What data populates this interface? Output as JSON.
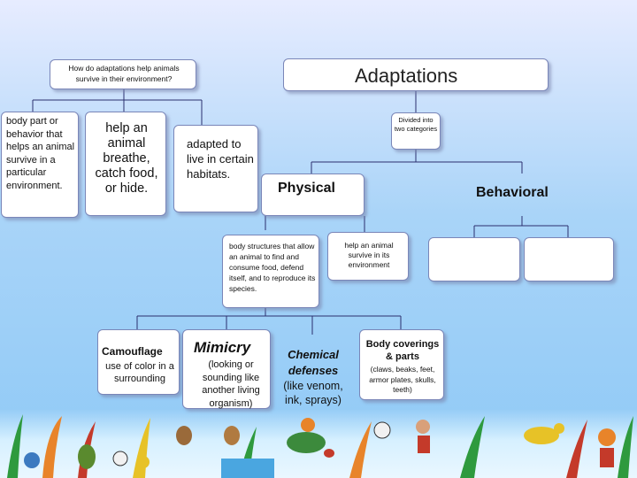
{
  "question": "How do adaptations help animals survive in their environment?",
  "title": "Adaptations",
  "divided": "Divided into two categories",
  "definition": "body part or behavior that helps an animal survive in a particular environment.",
  "help_box": "help an animal breathe, catch food, or hide.",
  "habitat_box": "adapted to live in certain habitats.",
  "physical": "Physical",
  "behavioral": "Behavioral",
  "physical_desc": "body structures that allow an animal to find and consume food, defend itself, and to reproduce its species.",
  "behavioral_desc": "help an animal survive in its environment",
  "examples": [
    {
      "title": "Camouflage",
      "desc": "use of color in a surrounding"
    },
    {
      "title": "Mimicry",
      "desc": "(looking or sounding like another living organism)"
    },
    {
      "title": "Chemical defenses",
      "desc": "(like venom, ink, sprays)"
    },
    {
      "title": "Body coverings & parts",
      "desc": "(claws, beaks, feet, armor plates, skulls, teeth)"
    }
  ],
  "colors": {
    "border": "#7a86b8",
    "line": "#2b2f6e",
    "bg_top": "#e7ecff",
    "bg_bottom": "#8ec9f6"
  }
}
